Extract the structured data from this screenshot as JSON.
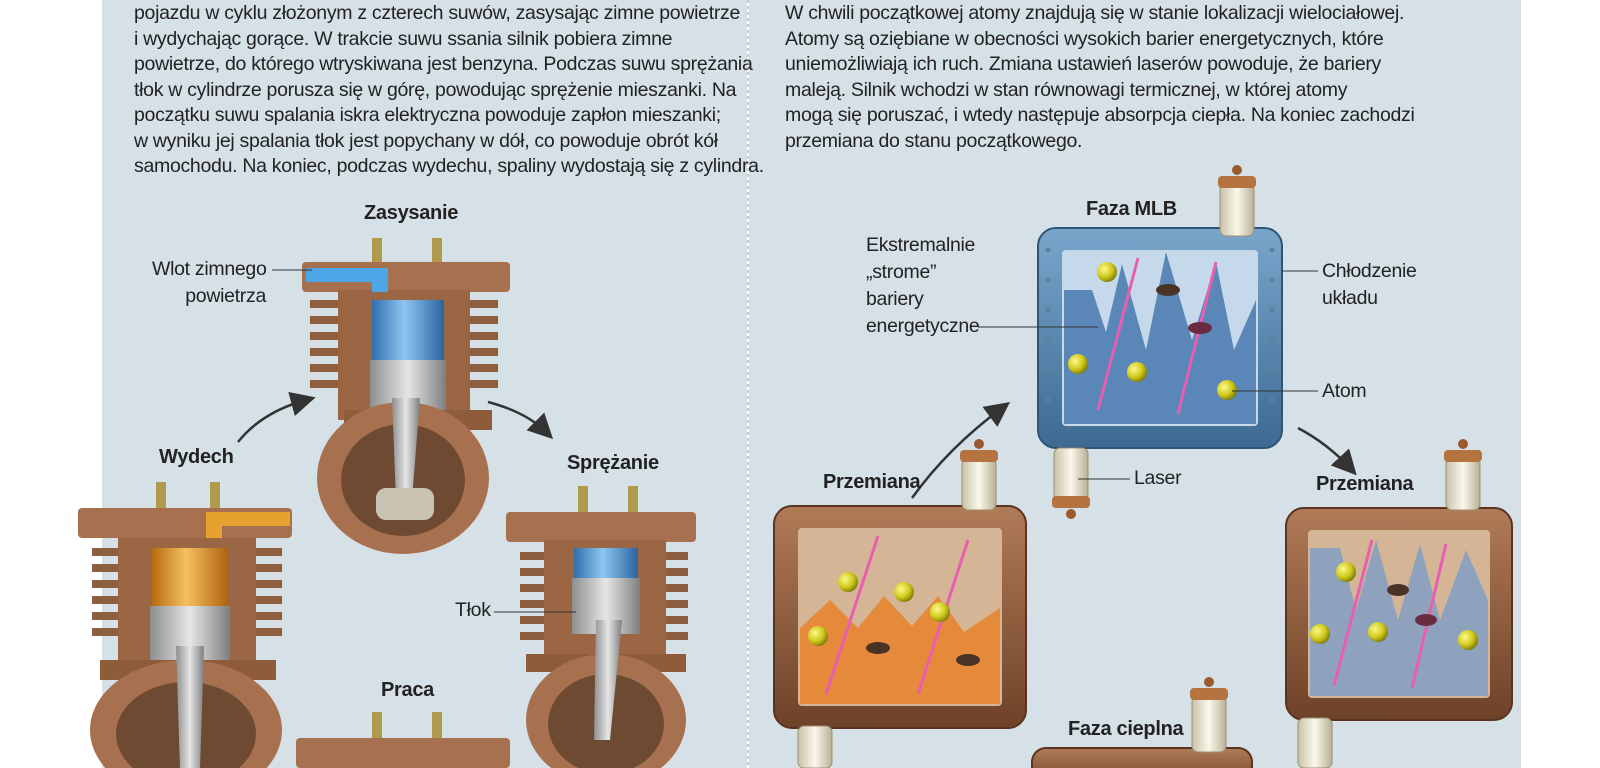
{
  "left": {
    "paragraph": [
      "pojazdu w cyklu złożonym z czterech suwów, zasysając zimne powietrze",
      "i wydychając gorące. W trakcie suwu ssania silnik pobiera zimne",
      "powietrze, do którego wtryskiwana jest benzyna. Podczas suwu sprężania",
      "tłok w cylindrze porusza się w górę, powodując sprężenie mieszanki. Na",
      "początku suwu spalania iskra elektryczna powoduje zapłon mieszanki;",
      "w wyniku jej spalania tłok jest popychany w dół, co powoduje obrót kół",
      "samochodu. Na koniec, podczas wydechu, spaliny wydostają się z cylindra."
    ],
    "stages": {
      "intake": "Zasysanie",
      "exhaust": "Wydech",
      "compression": "Sprężanie",
      "power": "Praca"
    },
    "labels": {
      "cold_air_inlet": [
        "Wlot zimnego",
        "powietrza"
      ],
      "piston": "Tłok"
    }
  },
  "right": {
    "paragraph": [
      "W chwili początkowej atomy znajdują się w stanie lokalizacji wielociałowej.",
      "Atomy są oziębiane w obecności wysokich barier energetycznych, które",
      "uniemożliwiają ich ruch. Zmiana ustawień laserów powoduje, że bariery",
      "maleją. Silnik wchodzi w stan równowagi termicznej, w której atomy",
      "mogą się poruszać, i wtedy następuje absorpcja ciepła. Na koniec zachodzi",
      "przemiana do stanu początkowego."
    ],
    "phases": {
      "mlb": "Faza MLB",
      "transition_left": "Przemiana",
      "transition_right": "Przemiana",
      "thermal": "Faza cieplna"
    },
    "labels": {
      "barriers": [
        "Ekstremalnie",
        "„strome”",
        "bariery",
        "energetyczne"
      ],
      "cooling": [
        "Chłodzenie",
        "układu"
      ],
      "atom": "Atom",
      "laser": "Laser"
    }
  },
  "colors": {
    "panel_bg": "#d6e0e7",
    "engine_brown": "#a7714f",
    "cylinder_blue": "#3f8fcf",
    "cylinder_orange": "#e59a27",
    "chamber_blue": "#5a87b7",
    "chamber_copper": "#8a5a3c",
    "laser_pink": "#e85fb0",
    "atom_yellow": "#d8d21c"
  }
}
